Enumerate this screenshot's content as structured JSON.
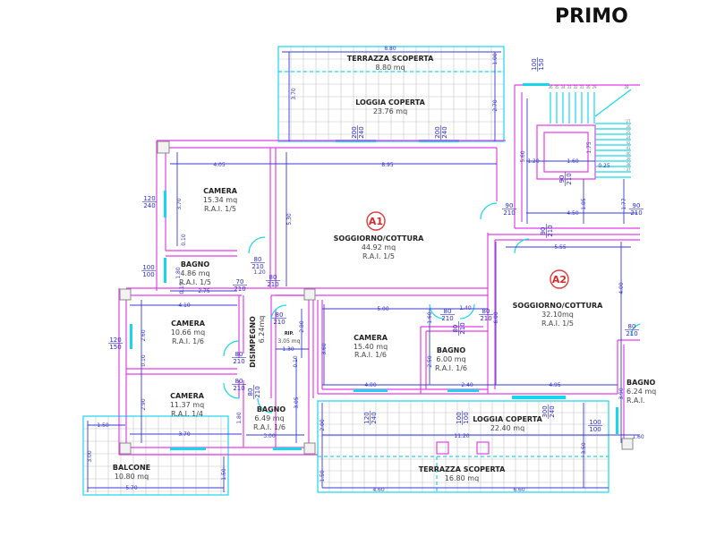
{
  "title": "PRIMO",
  "colors": {
    "walls": "#e23fe6",
    "dimensions": "#3a3ad8",
    "openings": "#18d6ee",
    "unit_tag": "#d82a2a"
  },
  "units": [
    {
      "tag": "A1"
    },
    {
      "tag": "A2"
    }
  ],
  "rooms": [
    {
      "name": "TERRAZZA SCOPERTA",
      "area": "8.80 mq"
    },
    {
      "name": "LOGGIA COPERTA",
      "area": "23.76 mq"
    },
    {
      "name": "CAMERA",
      "area": "15.34 mq",
      "rai": "R.A.I. 1/5"
    },
    {
      "name": "SOGGIORNO/COTTURA",
      "area": "44.92 mq",
      "rai": "R.A.I. 1/5"
    },
    {
      "name": "BAGNO",
      "area": "4.86 mq",
      "rai": "R.A.I. 1/5"
    },
    {
      "name": "CAMERA",
      "area": "10.66 mq",
      "rai": "R.A.I. 1/6"
    },
    {
      "name": "DISIMPEGNO",
      "area": "6.24mq"
    },
    {
      "name": "RIP.",
      "area": "3.05 mq"
    },
    {
      "name": "CAMERA",
      "area": "11.37 mq",
      "rai": "R.A.I. 1/4"
    },
    {
      "name": "BAGNO",
      "area": "6.49 mq",
      "rai": "R.A.I. 1/6"
    },
    {
      "name": "BALCONE",
      "area": "10.80 mq"
    },
    {
      "name": "CAMERA",
      "area": "15.40 mq",
      "rai": "R.A.I. 1/6"
    },
    {
      "name": "BAGNO",
      "area": "6.00 mq",
      "rai": "R.A.I. 1/6"
    },
    {
      "name": "SOGGIORNO/COTTURA",
      "area": "32.10mq",
      "rai": "R.A.I. 1/5"
    },
    {
      "name": "BAGNO",
      "area": "6.24 mq",
      "rai": "R.A.I."
    },
    {
      "name": "LOGGIA COPERTA",
      "area": "22.40 mq"
    },
    {
      "name": "TERRAZZA SCOPERTA",
      "area": "16.80 mq"
    }
  ],
  "dimensions": [
    "8.80",
    "1.00",
    "3.70",
    "2.70",
    "4.05",
    "8.95",
    "3.70",
    "5.30",
    "0.10",
    "1.80",
    "0.15",
    "2.75",
    "4.10",
    "1.20",
    "2.60",
    "0.10",
    "2.90",
    "1.80",
    "3.70",
    "3.00",
    "1.50",
    "3.00",
    "5.70",
    "1.50",
    "2.80",
    "1.30",
    "0.10",
    "3.05",
    "3.60",
    "5.00",
    "1.60",
    "1.40",
    "2.50",
    "4.00",
    "2.40",
    "4.95",
    "6.00",
    "4.00",
    "3.90",
    "1.60",
    "2.00",
    "11.20",
    "3.50",
    "1.50",
    "4.60",
    "6.60",
    "5.55",
    "4.50",
    "1.85",
    "1.77",
    "5.60",
    "1.20",
    "1.60",
    "1.75",
    "0.25"
  ],
  "openings": [
    {
      "w": "200",
      "h": "240"
    },
    {
      "w": "200",
      "h": "240"
    },
    {
      "w": "120",
      "h": "240"
    },
    {
      "w": "100",
      "h": "100"
    },
    {
      "w": "80",
      "h": "210"
    },
    {
      "w": "70",
      "h": "210"
    },
    {
      "w": "80",
      "h": "210"
    },
    {
      "w": "120",
      "h": "150"
    },
    {
      "w": "80",
      "h": "210"
    },
    {
      "w": "80",
      "h": "210"
    },
    {
      "w": "80",
      "h": "210"
    },
    {
      "w": "80",
      "h": "210"
    },
    {
      "w": "80",
      "h": "210"
    },
    {
      "w": "80",
      "h": "210"
    },
    {
      "w": "80",
      "h": "210"
    },
    {
      "w": "120",
      "h": "240"
    },
    {
      "w": "100",
      "h": "100"
    },
    {
      "w": "300",
      "h": "240"
    },
    {
      "w": "100",
      "h": "100"
    },
    {
      "w": "80",
      "h": "210"
    },
    {
      "w": "100",
      "h": "150"
    },
    {
      "w": "90",
      "h": "210"
    },
    {
      "w": "90",
      "h": "210"
    },
    {
      "w": "90",
      "h": "210"
    },
    {
      "w": "90",
      "h": "210"
    }
  ],
  "stair_steps": [
    "36",
    "35",
    "34",
    "33",
    "32",
    "31",
    "30",
    "29",
    "28",
    "27",
    "26",
    "25",
    "24",
    "42",
    "41",
    "40",
    "39",
    "38",
    "37"
  ]
}
